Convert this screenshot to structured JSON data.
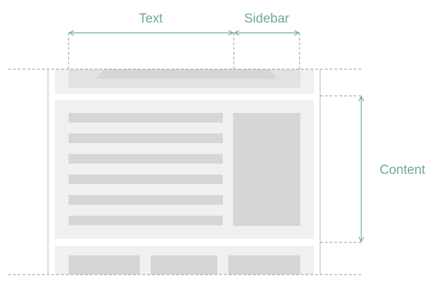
{
  "diagram": {
    "title": "Layout dimension diagram",
    "labels": {
      "text": "Text",
      "sidebar": "Sidebar",
      "content": "Content"
    },
    "colors": {
      "accent": "#6aab94",
      "panel": "#f0f0f0",
      "block": "#d6d6d6",
      "frame_line": "#cfcfcf"
    },
    "text_line_count": 6,
    "footer_block_count": 3
  }
}
